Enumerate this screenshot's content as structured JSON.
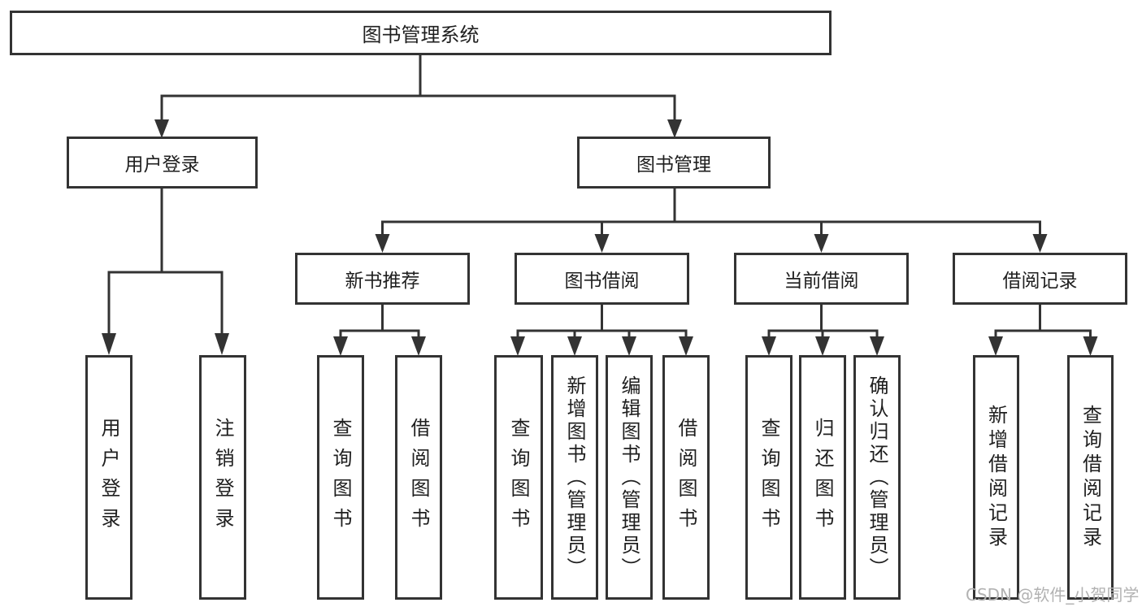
{
  "title": "图书管理系统",
  "level2": [
    "用户登录",
    "图书管理"
  ],
  "level3": [
    "新书推荐",
    "图书借阅",
    "当前借阅",
    "借阅记录"
  ],
  "leaves": {
    "user_login": [
      "用户登录",
      "注销登录"
    ],
    "new_book_recommend": [
      "查询图书",
      "借阅图书"
    ],
    "book_borrow": [
      "查询图书",
      "新增图书（管理员）",
      "编辑图书（管理员）",
      "借阅图书"
    ],
    "current_borrow": [
      "查询图书",
      "归还图书",
      "确认归还（管理员）"
    ],
    "borrow_records": [
      "新增借阅记录",
      "查询借阅记录"
    ]
  },
  "watermark": "CSDN @软件_小贺同学",
  "colors": {
    "line": "#333333",
    "box_border": "#333333",
    "text": "#1f1f1f",
    "watermark": "#b2b2b2",
    "background": "#ffffff"
  }
}
